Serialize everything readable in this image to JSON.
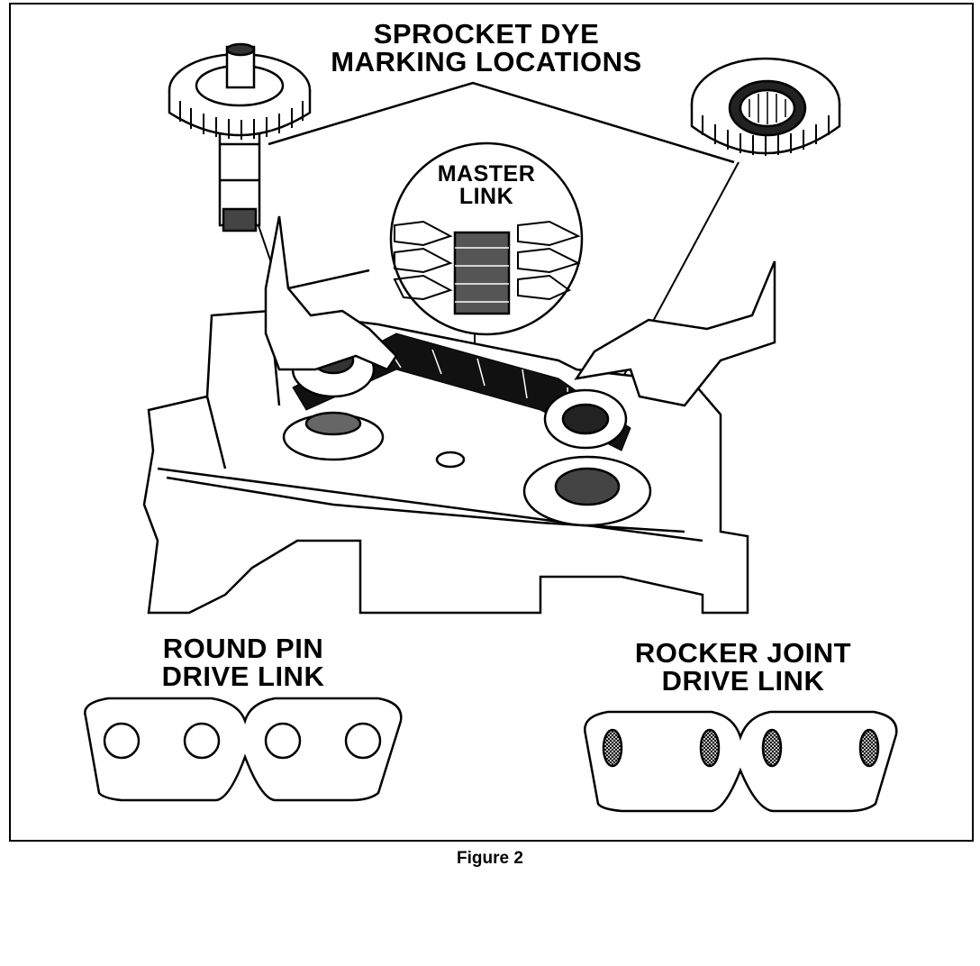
{
  "figure": {
    "labels": {
      "sprocket_title_line1": "SPROCKET DYE",
      "sprocket_title_line2": "MARKING LOCATIONS",
      "master_link_line1": "MASTER",
      "master_link_line2": "LINK",
      "round_pin_line1": "ROUND PIN",
      "round_pin_line2": "DRIVE LINK",
      "rocker_joint_line1": "ROCKER JOINT",
      "rocker_joint_line2": "DRIVE LINK"
    },
    "caption": "Figure 2"
  },
  "colors": {
    "ink": "#000000",
    "paper": "#ffffff"
  }
}
